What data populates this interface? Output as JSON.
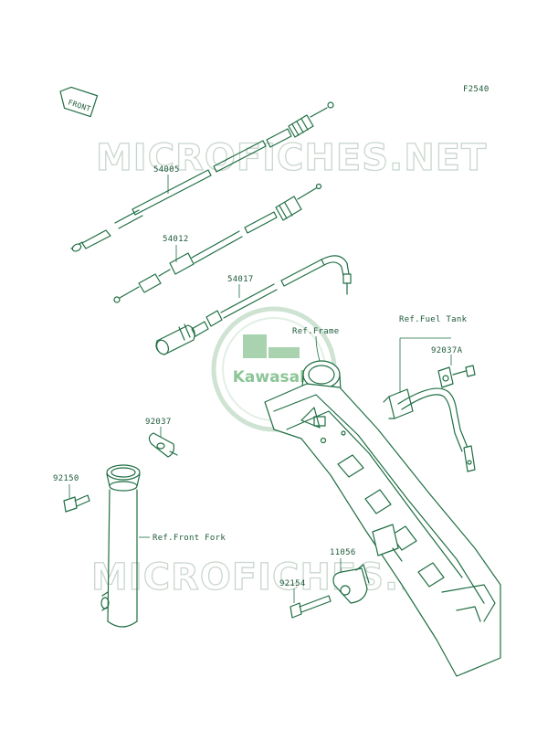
{
  "figure_code": "F2540",
  "front_tag": "FRONT",
  "watermark": {
    "top": "MICROFICHES.NET",
    "bottom": "MICROFICHES.NET",
    "logo_text": "Kawasaki",
    "logo_color": "#7fbf8a"
  },
  "line_color": "#1f6e43",
  "parts": [
    {
      "id": "54005",
      "label": "54005"
    },
    {
      "id": "54012",
      "label": "54012"
    },
    {
      "id": "54017",
      "label": "54017"
    },
    {
      "id": "92037",
      "label": "92037"
    },
    {
      "id": "92037A",
      "label": "92037A"
    },
    {
      "id": "92150",
      "label": "92150"
    },
    {
      "id": "11056",
      "label": "11056"
    },
    {
      "id": "92154",
      "label": "92154"
    }
  ],
  "references": {
    "frame": "Ref.Frame",
    "fuel_tank": "Ref.Fuel Tank",
    "front_fork": "Ref.Front Fork"
  }
}
